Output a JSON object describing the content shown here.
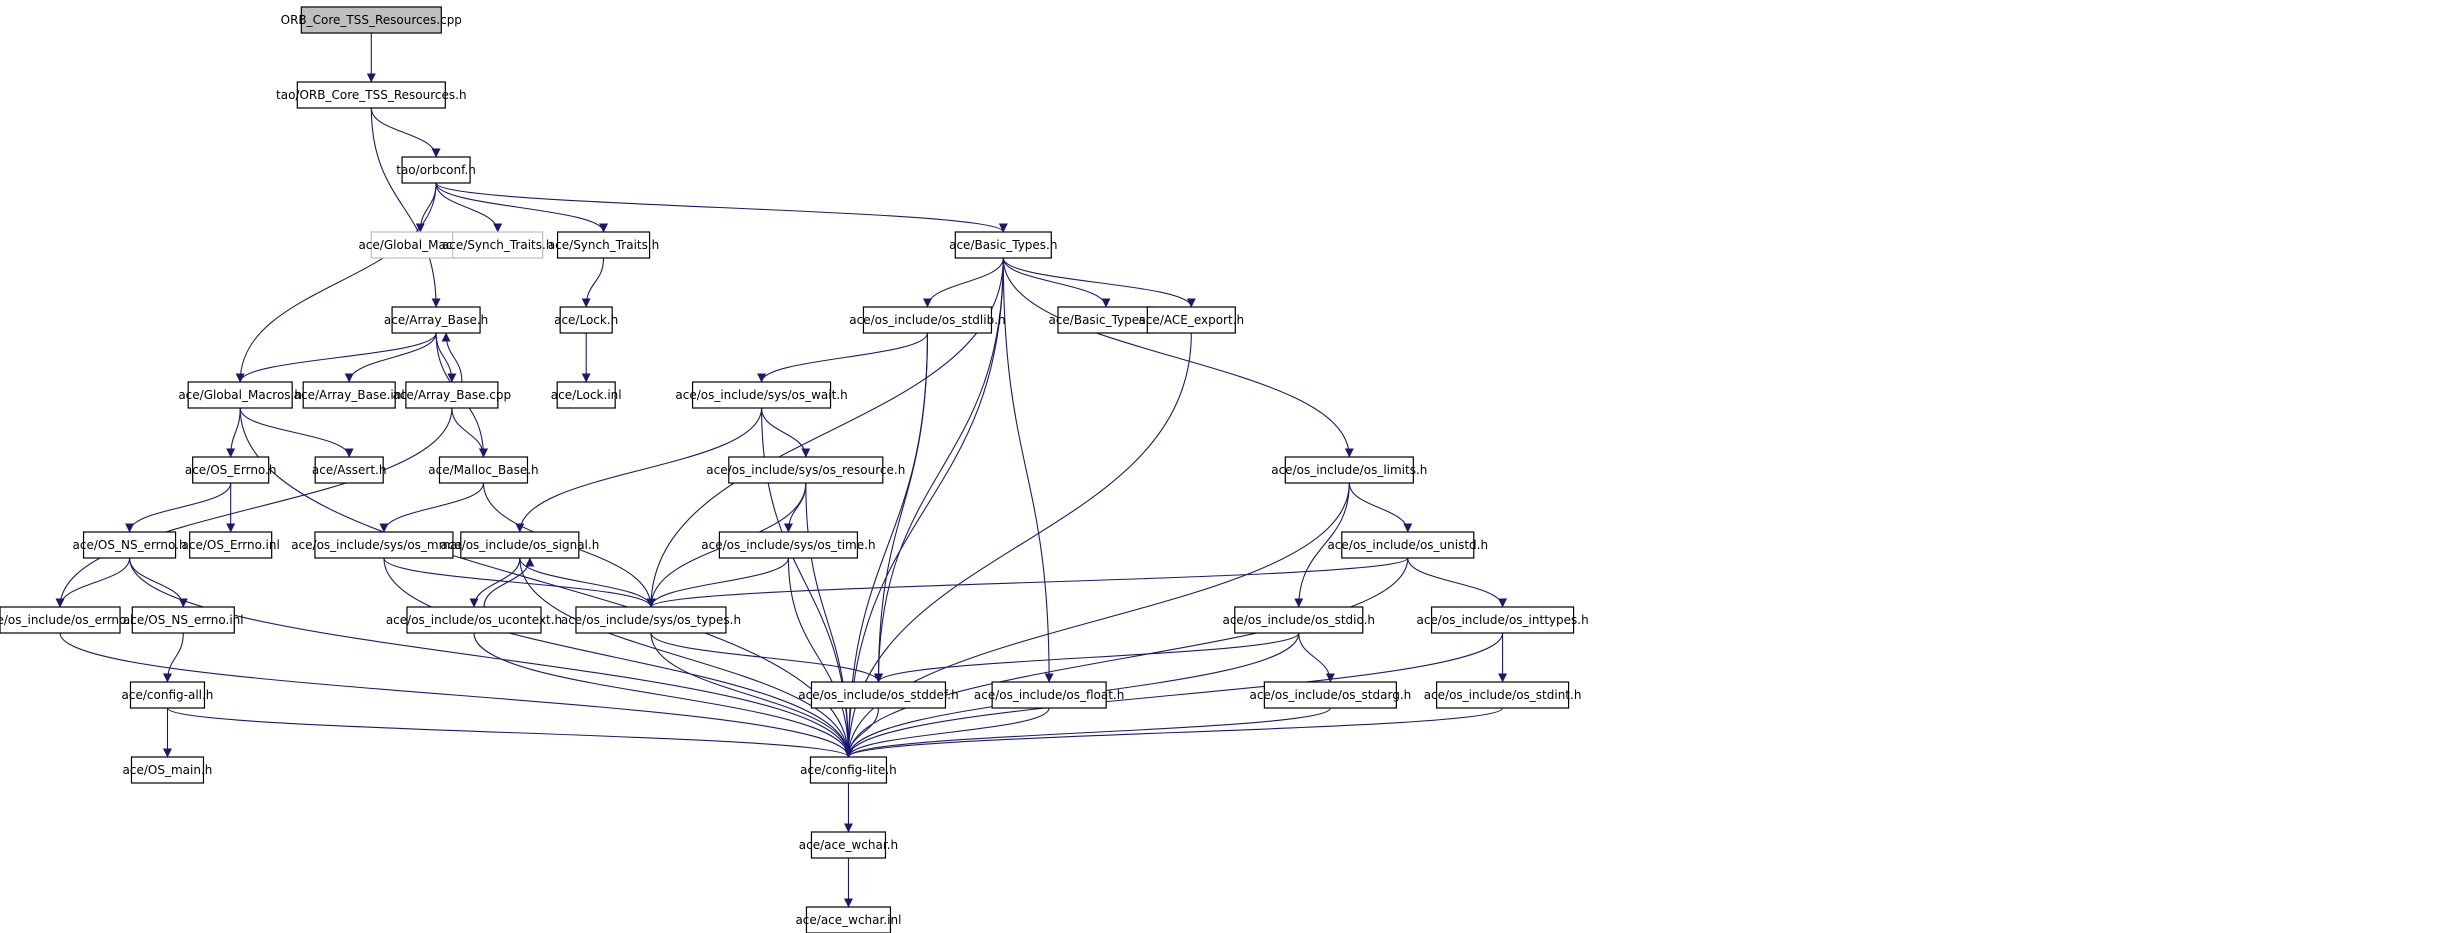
{
  "diagram": {
    "type": "include-dependency-graph",
    "colors": {
      "edge": "#191970",
      "node_border": "#000000",
      "node_fill": "#ffffff",
      "root_fill": "#bfbfbf",
      "dim_border": "#bfbfbf"
    },
    "nodes": [
      {
        "id": "root",
        "label": "ORB_Core_TSS_Resources.cpp",
        "style": "root"
      },
      {
        "id": "tssh",
        "label": "tao/ORB_Core_TSS_Resources.h"
      },
      {
        "id": "orbconf",
        "label": "tao/orbconf.h"
      },
      {
        "id": "gmac_dim",
        "label": "ace/Global_Macros.h",
        "style": "dim"
      },
      {
        "id": "synch_dim",
        "label": "ace/Synch_Traits.h",
        "style": "dim"
      },
      {
        "id": "synch",
        "label": "ace/Synch_Traits.h"
      },
      {
        "id": "basic",
        "label": "ace/Basic_Types.h"
      },
      {
        "id": "arrayb",
        "label": "ace/Array_Base.h"
      },
      {
        "id": "lock",
        "label": "ace/Lock.h"
      },
      {
        "id": "os_stdlib",
        "label": "ace/os_include/os_stdlib.h"
      },
      {
        "id": "basic_inl",
        "label": "ace/Basic_Types.inl"
      },
      {
        "id": "ace_export",
        "label": "ace/ACE_export.h"
      },
      {
        "id": "gmac",
        "label": "ace/Global_Macros.h"
      },
      {
        "id": "array_inl",
        "label": "ace/Array_Base.inl"
      },
      {
        "id": "array_cpp",
        "label": "ace/Array_Base.cpp"
      },
      {
        "id": "lock_inl",
        "label": "ace/Lock.inl"
      },
      {
        "id": "os_wait",
        "label": "ace/os_include/sys/os_wait.h"
      },
      {
        "id": "os_errno_h",
        "label": "ace/OS_Errno.h"
      },
      {
        "id": "assert",
        "label": "ace/Assert.h"
      },
      {
        "id": "malloc",
        "label": "ace/Malloc_Base.h"
      },
      {
        "id": "os_resource",
        "label": "ace/os_include/sys/os_resource.h"
      },
      {
        "id": "os_limits",
        "label": "ace/os_include/os_limits.h"
      },
      {
        "id": "os_ns_errno",
        "label": "ace/OS_NS_errno.h"
      },
      {
        "id": "os_errno_inl",
        "label": "ace/OS_Errno.inl"
      },
      {
        "id": "os_mman",
        "label": "ace/os_include/sys/os_mman.h"
      },
      {
        "id": "os_signal",
        "label": "ace/os_include/os_signal.h"
      },
      {
        "id": "os_time",
        "label": "ace/os_include/sys/os_time.h"
      },
      {
        "id": "os_unistd",
        "label": "ace/os_include/os_unistd.h"
      },
      {
        "id": "os_inc_errno",
        "label": "ace/os_include/os_errno.h"
      },
      {
        "id": "os_ns_errno_inl",
        "label": "ace/OS_NS_errno.inl"
      },
      {
        "id": "os_ucontext",
        "label": "ace/os_include/os_ucontext.h"
      },
      {
        "id": "os_types",
        "label": "ace/os_include/sys/os_types.h"
      },
      {
        "id": "os_stdio",
        "label": "ace/os_include/os_stdio.h"
      },
      {
        "id": "os_inttypes",
        "label": "ace/os_include/os_inttypes.h"
      },
      {
        "id": "config_all",
        "label": "ace/config-all.h"
      },
      {
        "id": "os_stddef",
        "label": "ace/os_include/os_stddef.h"
      },
      {
        "id": "os_float",
        "label": "ace/os_include/os_float.h"
      },
      {
        "id": "os_stdarg",
        "label": "ace/os_include/os_stdarg.h"
      },
      {
        "id": "os_stdint",
        "label": "ace/os_include/os_stdint.h"
      },
      {
        "id": "os_main",
        "label": "ace/OS_main.h"
      },
      {
        "id": "config_lite",
        "label": "ace/config-lite.h"
      },
      {
        "id": "ace_wchar",
        "label": "ace/ace_wchar.h"
      },
      {
        "id": "ace_wchar_inl",
        "label": "ace/ace_wchar.inl"
      }
    ],
    "edges": [
      [
        "root",
        "tssh"
      ],
      [
        "tssh",
        "orbconf"
      ],
      [
        "tssh",
        "arrayb"
      ],
      [
        "orbconf",
        "gmac_dim"
      ],
      [
        "orbconf",
        "synch_dim"
      ],
      [
        "orbconf",
        "synch"
      ],
      [
        "orbconf",
        "basic"
      ],
      [
        "orbconf",
        "gmac"
      ],
      [
        "synch",
        "lock"
      ],
      [
        "lock",
        "lock_inl"
      ],
      [
        "basic",
        "os_stdlib"
      ],
      [
        "basic",
        "basic_inl"
      ],
      [
        "basic",
        "ace_export"
      ],
      [
        "basic",
        "os_limits"
      ],
      [
        "basic",
        "os_types"
      ],
      [
        "basic",
        "os_stddef"
      ],
      [
        "basic",
        "os_float"
      ],
      [
        "basic",
        "config_lite"
      ],
      [
        "arrayb",
        "gmac"
      ],
      [
        "arrayb",
        "array_inl"
      ],
      [
        "arrayb",
        "array_cpp"
      ],
      [
        "arrayb",
        "malloc"
      ],
      [
        "array_cpp",
        "arrayb"
      ],
      [
        "array_cpp",
        "malloc"
      ],
      [
        "array_cpp",
        "os_inc_errno"
      ],
      [
        "gmac",
        "os_errno_h"
      ],
      [
        "gmac",
        "assert"
      ],
      [
        "gmac",
        "config_lite"
      ],
      [
        "os_errno_h",
        "os_ns_errno"
      ],
      [
        "os_errno_h",
        "os_errno_inl"
      ],
      [
        "os_ns_errno",
        "os_inc_errno"
      ],
      [
        "os_ns_errno",
        "os_ns_errno_inl"
      ],
      [
        "os_ns_errno",
        "config_lite"
      ],
      [
        "os_inc_errno",
        "config_lite"
      ],
      [
        "os_ns_errno_inl",
        "config_all"
      ],
      [
        "config_all",
        "os_main"
      ],
      [
        "config_all",
        "config_lite"
      ],
      [
        "malloc",
        "os_mman"
      ],
      [
        "malloc",
        "os_types"
      ],
      [
        "os_mman",
        "os_types"
      ],
      [
        "os_mman",
        "config_lite"
      ],
      [
        "os_stdlib",
        "os_wait"
      ],
      [
        "os_stdlib",
        "os_stddef"
      ],
      [
        "os_stdlib",
        "config_lite"
      ],
      [
        "os_wait",
        "os_signal"
      ],
      [
        "os_wait",
        "os_resource"
      ],
      [
        "os_wait",
        "config_lite"
      ],
      [
        "os_signal",
        "os_ucontext"
      ],
      [
        "os_signal",
        "os_types"
      ],
      [
        "os_signal",
        "config_lite"
      ],
      [
        "os_ucontext",
        "os_signal"
      ],
      [
        "os_ucontext",
        "config_lite"
      ],
      [
        "os_resource",
        "os_time"
      ],
      [
        "os_resource",
        "os_types"
      ],
      [
        "os_resource",
        "config_lite"
      ],
      [
        "os_time",
        "os_types"
      ],
      [
        "os_time",
        "config_lite"
      ],
      [
        "os_types",
        "os_stddef"
      ],
      [
        "os_types",
        "config_lite"
      ],
      [
        "os_stddef",
        "config_lite"
      ],
      [
        "os_float",
        "config_lite"
      ],
      [
        "ace_export",
        "config_lite"
      ],
      [
        "os_limits",
        "os_unistd"
      ],
      [
        "os_limits",
        "os_stdio"
      ],
      [
        "os_limits",
        "config_lite"
      ],
      [
        "os_unistd",
        "os_types"
      ],
      [
        "os_unistd",
        "os_inttypes"
      ],
      [
        "os_unistd",
        "config_lite"
      ],
      [
        "os_stdio",
        "os_stdarg"
      ],
      [
        "os_stdio",
        "os_stddef"
      ],
      [
        "os_stdio",
        "config_lite"
      ],
      [
        "os_inttypes",
        "os_stdint"
      ],
      [
        "os_inttypes",
        "config_lite"
      ],
      [
        "os_stdarg",
        "config_lite"
      ],
      [
        "os_stdint",
        "config_lite"
      ],
      [
        "config_lite",
        "ace_wchar"
      ],
      [
        "ace_wchar",
        "ace_wchar_inl"
      ]
    ]
  }
}
